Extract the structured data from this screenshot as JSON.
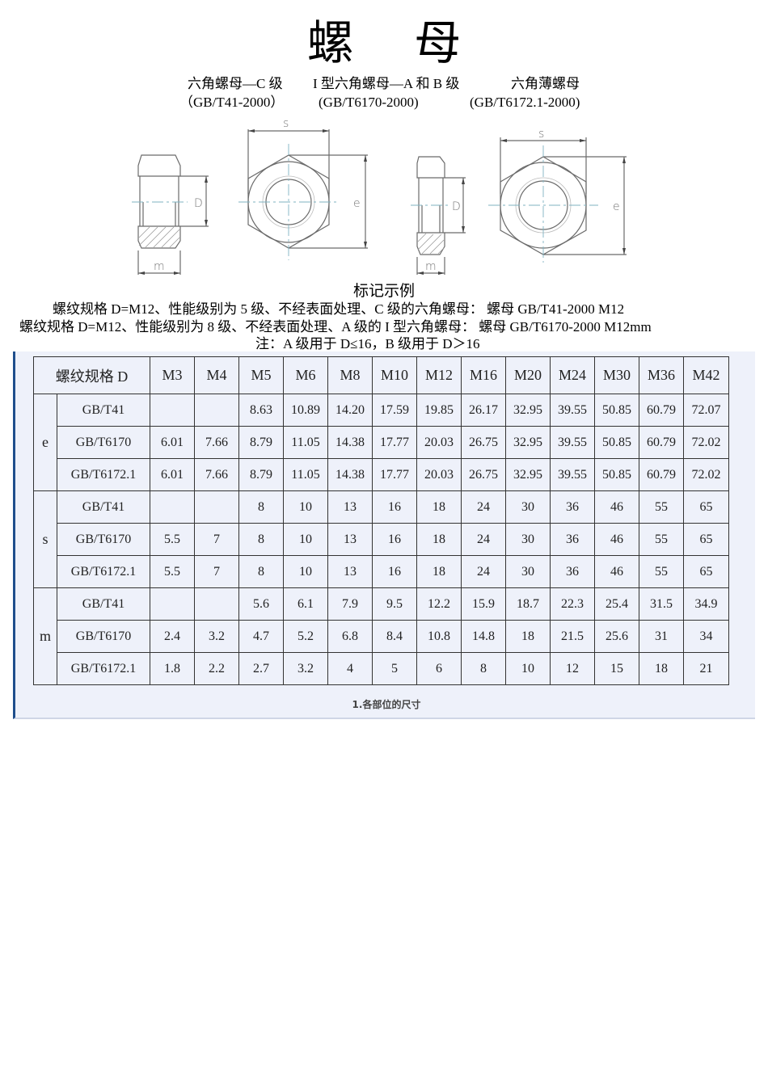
{
  "title": "螺  母",
  "subtitles": [
    {
      "name": "六角螺母—C 级",
      "standard": "（GB/T41-2000）"
    },
    {
      "name": "I 型六角螺母—A 和 B 级",
      "standard": "(GB/T6170-2000)"
    },
    {
      "name": "六角薄螺母",
      "standard": "(GB/T6172.1-2000)"
    }
  ],
  "diagram_labels": {
    "s": "s",
    "e": "e",
    "D": "D",
    "m": "m"
  },
  "marking_example": {
    "heading": "标记示例",
    "lines": [
      "螺纹规格 D=M12、性能级别为 5 级、不经表面处理、C 级的六角螺母：  螺母   GB/T41-2000   M12",
      "螺纹规格 D=M12、性能级别为 8 级、不经表面处理、A 级的 I 型六角螺母：  螺母   GB/T6170-2000   M12mm",
      "注：A 级用于 D≤16，B 级用于 D＞16"
    ]
  },
  "table": {
    "header_label": "螺纹规格 D",
    "columns": [
      "M3",
      "M4",
      "M5",
      "M6",
      "M8",
      "M10",
      "M12",
      "M16",
      "M20",
      "M24",
      "M30",
      "M36",
      "M42"
    ],
    "groups": [
      {
        "label": "e",
        "rows": [
          {
            "standard": "GB/T41",
            "values": [
              "",
              "",
              "8.63",
              "10.89",
              "14.20",
              "17.59",
              "19.85",
              "26.17",
              "32.95",
              "39.55",
              "50.85",
              "60.79",
              "72.07"
            ]
          },
          {
            "standard": "GB/T6170",
            "values": [
              "6.01",
              "7.66",
              "8.79",
              "11.05",
              "14.38",
              "17.77",
              "20.03",
              "26.75",
              "32.95",
              "39.55",
              "50.85",
              "60.79",
              "72.02"
            ]
          },
          {
            "standard": "GB/T6172.1",
            "values": [
              "6.01",
              "7.66",
              "8.79",
              "11.05",
              "14.38",
              "17.77",
              "20.03",
              "26.75",
              "32.95",
              "39.55",
              "50.85",
              "60.79",
              "72.02"
            ]
          }
        ]
      },
      {
        "label": "s",
        "rows": [
          {
            "standard": "GB/T41",
            "values": [
              "",
              "",
              "8",
              "10",
              "13",
              "16",
              "18",
              "24",
              "30",
              "36",
              "46",
              "55",
              "65"
            ]
          },
          {
            "standard": "GB/T6170",
            "values": [
              "5.5",
              "7",
              "8",
              "10",
              "13",
              "16",
              "18",
              "24",
              "30",
              "36",
              "46",
              "55",
              "65"
            ]
          },
          {
            "standard": "GB/T6172.1",
            "values": [
              "5.5",
              "7",
              "8",
              "10",
              "13",
              "16",
              "18",
              "24",
              "30",
              "36",
              "46",
              "55",
              "65"
            ]
          }
        ]
      },
      {
        "label": "m",
        "rows": [
          {
            "standard": "GB/T41",
            "values": [
              "",
              "",
              "5.6",
              "6.1",
              "7.9",
              "9.5",
              "12.2",
              "15.9",
              "18.7",
              "22.3",
              "25.4",
              "31.5",
              "34.9"
            ]
          },
          {
            "standard": "GB/T6170",
            "values": [
              "2.4",
              "3.2",
              "4.7",
              "5.2",
              "6.8",
              "8.4",
              "10.8",
              "14.8",
              "18",
              "21.5",
              "25.6",
              "31",
              "34"
            ]
          },
          {
            "standard": "GB/T6172.1",
            "values": [
              "1.8",
              "2.2",
              "2.7",
              "3.2",
              "4",
              "5",
              "6",
              "8",
              "10",
              "12",
              "15",
              "18",
              "21"
            ]
          }
        ]
      }
    ],
    "caption": "1.各部位的尺寸"
  },
  "colors": {
    "panel_bg": "#eef1fa",
    "panel_accent": "#1f4e8c",
    "drawing_line": "#666666",
    "center_line": "#7fb3c2"
  }
}
